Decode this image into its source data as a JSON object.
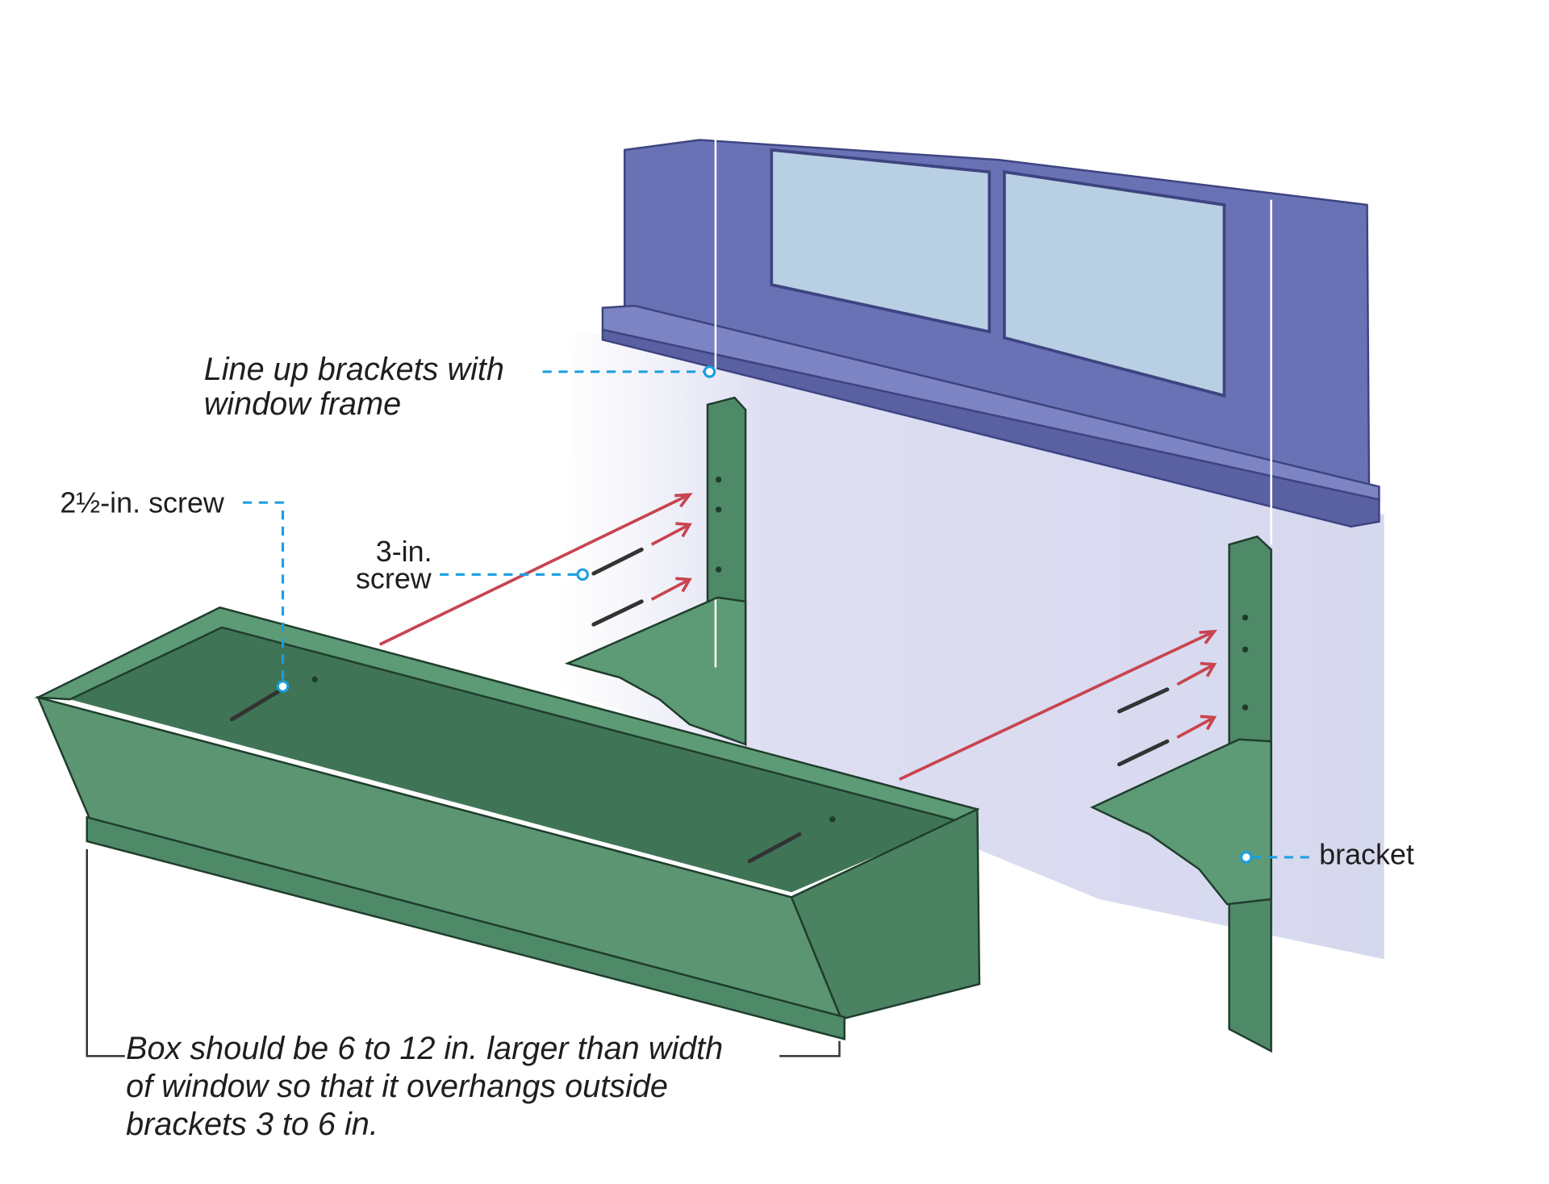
{
  "title": "Window box bracket installation",
  "labels": {
    "line_up_1": "Line up brackets with",
    "line_up_2": "window frame",
    "screw_25": "2½-in. screw",
    "screw_3_1": "3-in.",
    "screw_3_2": "screw",
    "bracket": "bracket",
    "box_1": "Box should be 6 to 12 in. larger than width",
    "box_2": "of window so that it overhangs outside",
    "box_3": "brackets 3 to 6 in."
  },
  "colors": {
    "window_frame": "#6a72b6",
    "glass": "#b9cfe3",
    "wood_green": "#4f8a68",
    "callout": "#1a9fe0",
    "arrow": "#c8454f"
  }
}
